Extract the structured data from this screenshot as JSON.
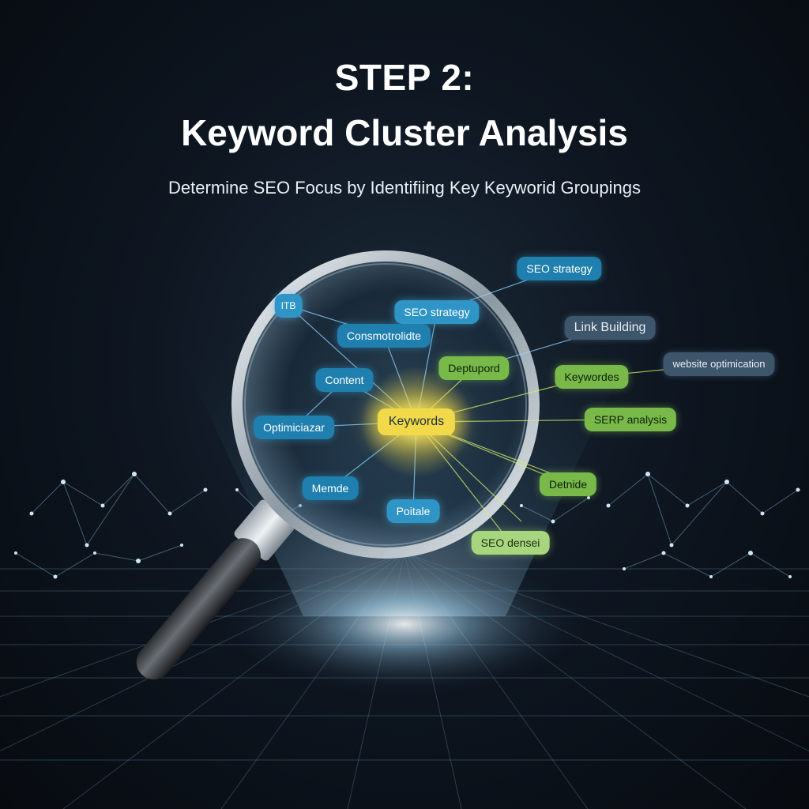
{
  "header": {
    "step": "STEP 2:",
    "title": "Keyword Cluster Analysis",
    "subtitle": "Determine SEO Focus by Identifiing Key Keyworid Groupings"
  },
  "diagram": {
    "center_node": "Keywords",
    "inner_nodes": {
      "partial_left": "ITB",
      "seo_strategy": "SEO strategy",
      "construction": "Consmotrolidte",
      "content": "Content",
      "deployment": "Deptupord",
      "optimization": "Optimiciazar",
      "module": "Memde",
      "portable": "Poitale"
    },
    "outer_nodes": {
      "seo_strategy": "SEO strategy",
      "link_building": "Link Building",
      "website_optimization": "website optimication",
      "keywords": "Keywordes",
      "serp_analysis": "SERP analysis",
      "define": "Detnide",
      "seo_density": "SEO densei"
    },
    "colors": {
      "center": "#f1d94a",
      "blue_node": "#1f7fae",
      "green_node": "#79b94a",
      "gray_node": "#3e566c",
      "connector": "#8fd3ff",
      "background": "#0e1621"
    },
    "icon": "magnifying-glass-icon"
  }
}
